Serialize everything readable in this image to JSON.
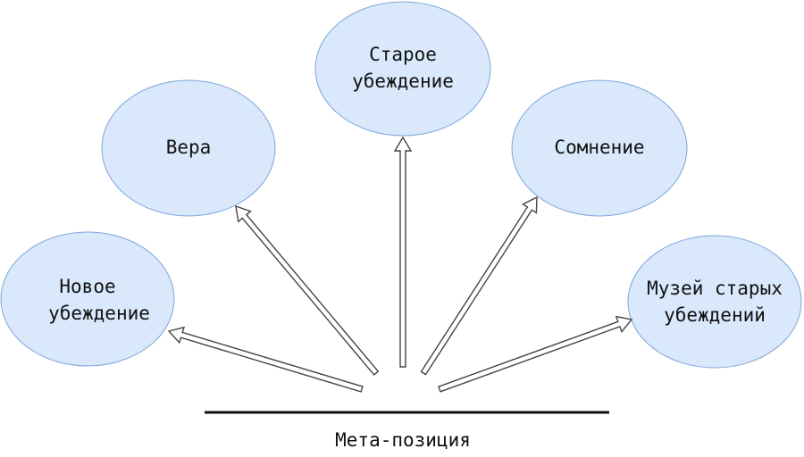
{
  "nodes": {
    "old": {
      "line1": "Старое",
      "line2": "убеждение"
    },
    "faith": {
      "line1": "Вера"
    },
    "doubt": {
      "line1": "Сомнение"
    },
    "new": {
      "line1": "Новое",
      "line2": "убеждение"
    },
    "museum": {
      "line1": "Музей старых",
      "line2": "убеждений"
    }
  },
  "base_label": "Мета-позиция",
  "colors": {
    "fill": "#dae8fc",
    "stroke": "#7ea6d8",
    "arrow": "#444444"
  }
}
